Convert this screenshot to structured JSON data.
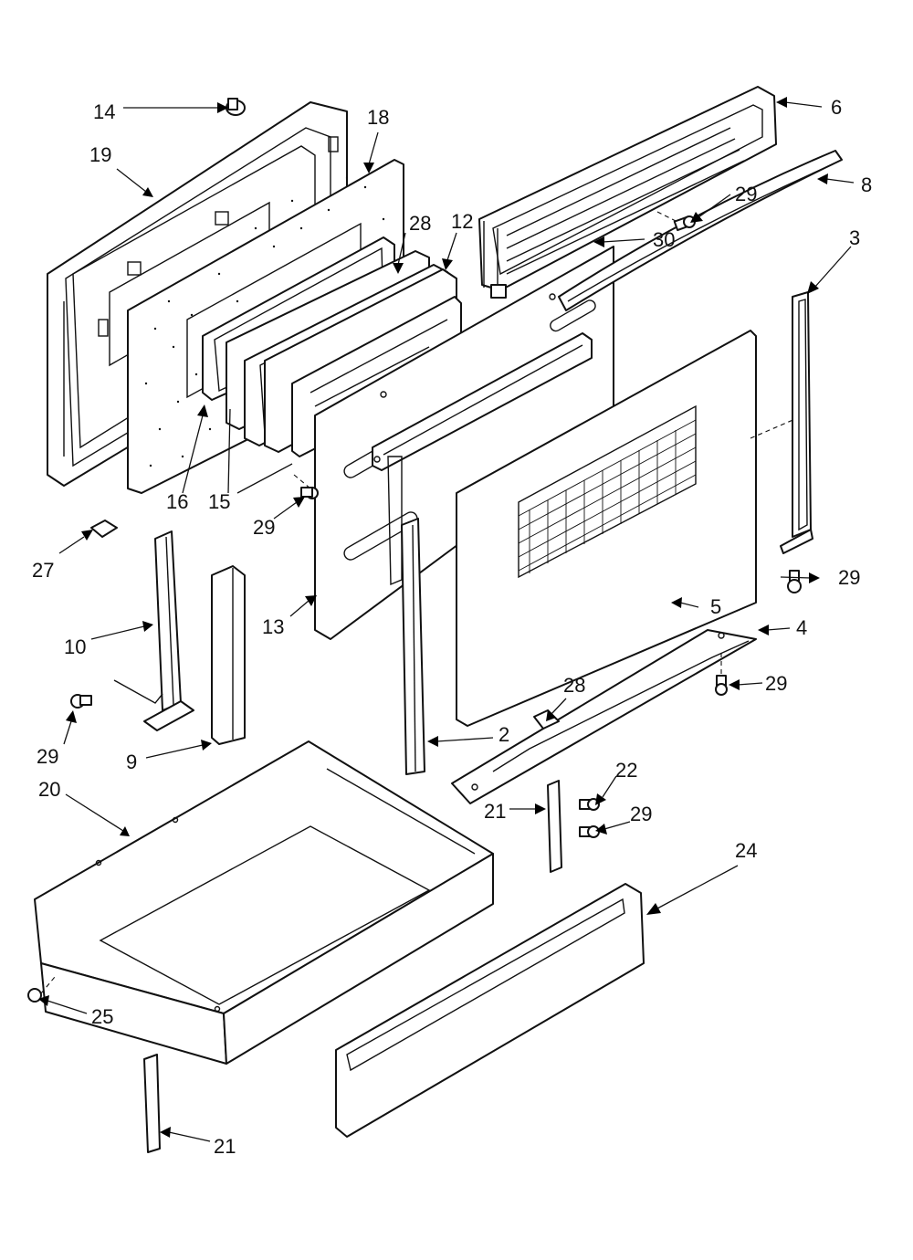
{
  "diagram": {
    "callouts": {
      "c14": "14",
      "c19": "19",
      "c18": "18",
      "c28a": "28",
      "c12": "12",
      "c6": "6",
      "c8": "8",
      "c29a": "29",
      "c3": "3",
      "c30": "30",
      "c16": "16",
      "c15": "15",
      "c29b": "29",
      "c27": "27",
      "c10": "10",
      "c13": "13",
      "c29c": "29",
      "c5": "5",
      "c4": "4",
      "c29d": "29",
      "c28b": "28",
      "c29e": "29",
      "c9": "9",
      "c2": "2",
      "c20": "20",
      "c22": "22",
      "c21a": "21",
      "c29f": "29",
      "c24": "24",
      "c25": "25",
      "c21b": "21"
    },
    "colors": {
      "line": "#111111",
      "background": "#ffffff"
    }
  }
}
